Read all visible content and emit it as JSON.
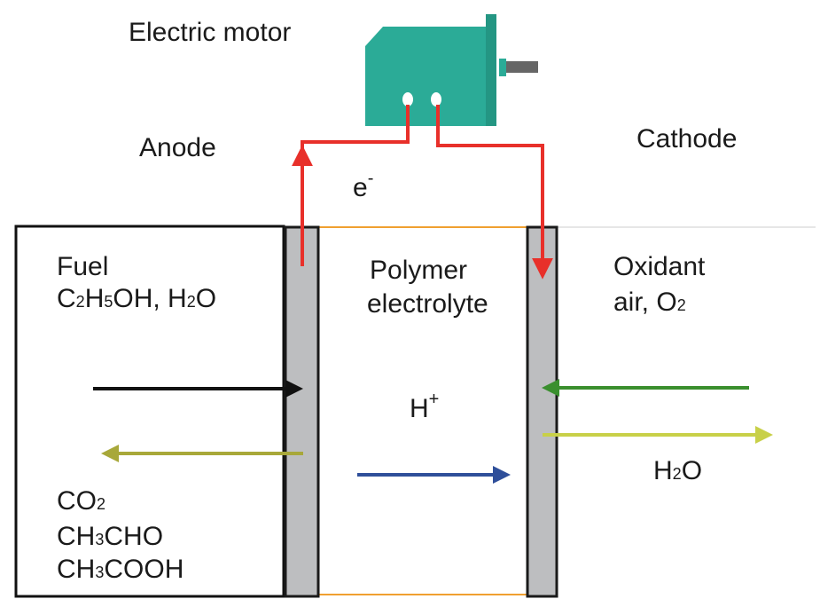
{
  "labels": {
    "motor": "Electric motor",
    "anode": "Anode",
    "cathode": "Cathode",
    "electron": {
      "symbol": "e",
      "charge": "-"
    },
    "fuel": {
      "title": "Fuel",
      "line2": {
        "a": "C",
        "a_sub": "2",
        "b": "H",
        "b_sub": "5",
        "c": "OH, H",
        "c_sub": "2",
        "d": "O"
      }
    },
    "electrolyte": {
      "line1": "Polymer",
      "line2": "electrolyte"
    },
    "oxidant": {
      "title": "Oxidant",
      "line2": {
        "a": "air, O",
        "a_sub": "2"
      }
    },
    "proton": {
      "symbol": "H",
      "charge": "+"
    },
    "water_out": {
      "a": "H",
      "a_sub": "2",
      "b": "O"
    },
    "products": {
      "co2": {
        "a": "CO",
        "a_sub": "2"
      },
      "acetaldehyde": {
        "a": "CH",
        "a_sub": "3",
        "b": "CHO"
      },
      "acetic_acid": {
        "a": "CH",
        "a_sub": "3",
        "b": "COOH"
      }
    }
  },
  "colors": {
    "motor_body": "#2bab97",
    "circuit_wire": "#e8302a",
    "electrode": "#bdbec0",
    "electrolyte_border": "#f0a030",
    "fuel_in_arrow": "#111111",
    "product_arrow": "#a8a83a",
    "oxygen_arrow": "#3a8f2e",
    "water_arrow": "#c8d048",
    "proton_arrow": "#2f4f9a"
  }
}
